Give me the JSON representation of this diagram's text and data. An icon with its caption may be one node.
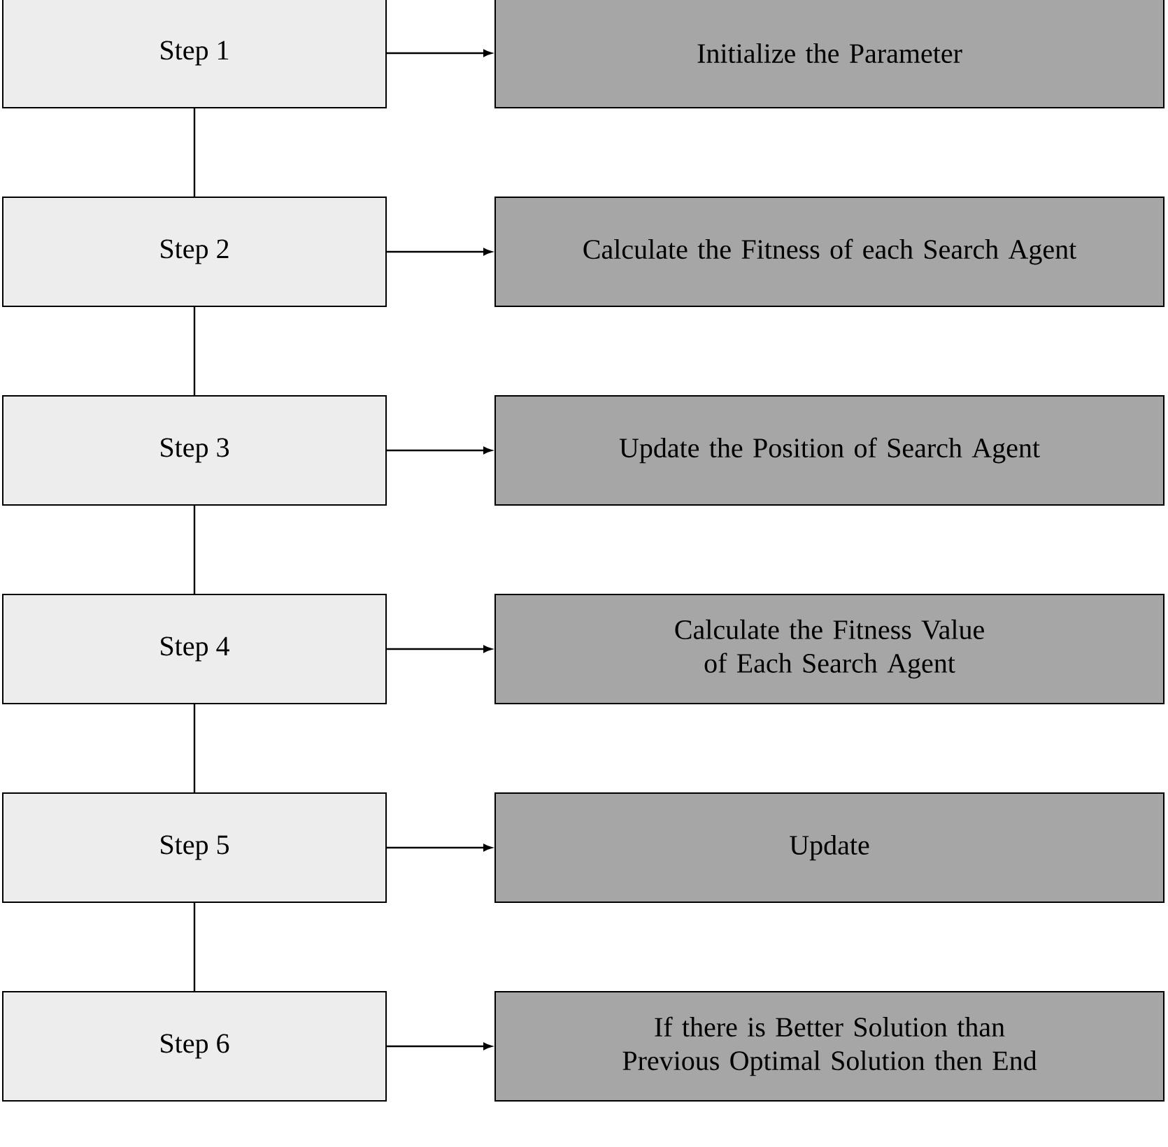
{
  "diagram": {
    "nodes": [
      {
        "text": [
          "Step 1"
        ]
      },
      {
        "text": [
          "Initialize the Parameter"
        ]
      },
      {
        "text": [
          "Step 2"
        ]
      },
      {
        "text": [
          "Calculate the Fitness of each Search Agent"
        ]
      },
      {
        "text": [
          "Step 3"
        ]
      },
      {
        "text": [
          "Update the Position of Search Agent"
        ]
      },
      {
        "text": [
          "Step 4"
        ]
      },
      {
        "text": [
          "Calculate the Fitness Value of Each Search Agent"
        ]
      },
      {
        "text": [
          "Step 5"
        ]
      },
      {
        "text": [
          "Update"
        ]
      },
      {
        "text": [
          "Step 6"
        ]
      },
      {
        "text": [
          "If there is Better Solution than Previous Optimal Solution then End"
        ]
      }
    ],
    "edges": [
      {
        "from": 0,
        "to": 1,
        "arrow": "to"
      },
      {
        "from": 0,
        "to": 2,
        "arrow": "none"
      },
      {
        "from": 2,
        "to": 3,
        "arrow": "to"
      },
      {
        "from": 2,
        "to": 4,
        "arrow": "none"
      },
      {
        "from": 4,
        "to": 5,
        "arrow": "to"
      },
      {
        "from": 4,
        "to": 6,
        "arrow": "none"
      },
      {
        "from": 6,
        "to": 7,
        "arrow": "to"
      },
      {
        "from": 6,
        "to": 8,
        "arrow": "none"
      },
      {
        "from": 8,
        "to": 9,
        "arrow": "to"
      },
      {
        "from": 8,
        "to": 10,
        "arrow": "none"
      },
      {
        "from": 10,
        "to": 11,
        "arrow": "to"
      }
    ]
  }
}
